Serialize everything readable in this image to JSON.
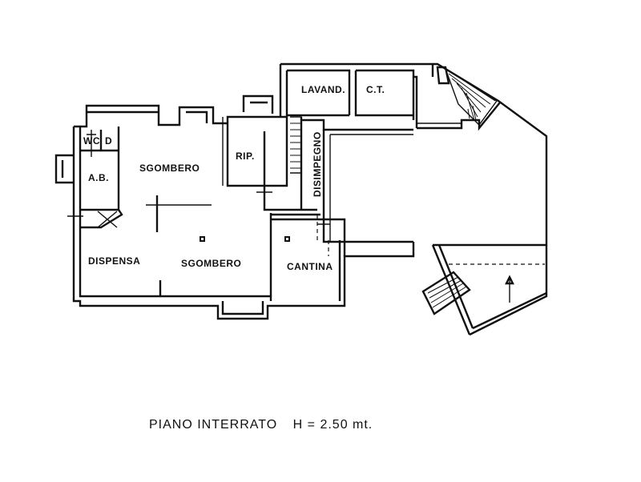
{
  "rooms": {
    "wc": "WC",
    "d": "D",
    "ab": "A.B.",
    "sgombero_top": "SGOMBERO",
    "rip": "RIP.",
    "lavand": "LAVAND.",
    "ct": "C.T.",
    "disimpegno": "DISIMPEGNO",
    "dispensa": "DISPENSA",
    "sgombero_bottom": "SGOMBERO",
    "cantina": "CANTINA"
  },
  "caption": {
    "floor": "PIANO INTERRATO",
    "height": "H = 2.50 mt."
  }
}
